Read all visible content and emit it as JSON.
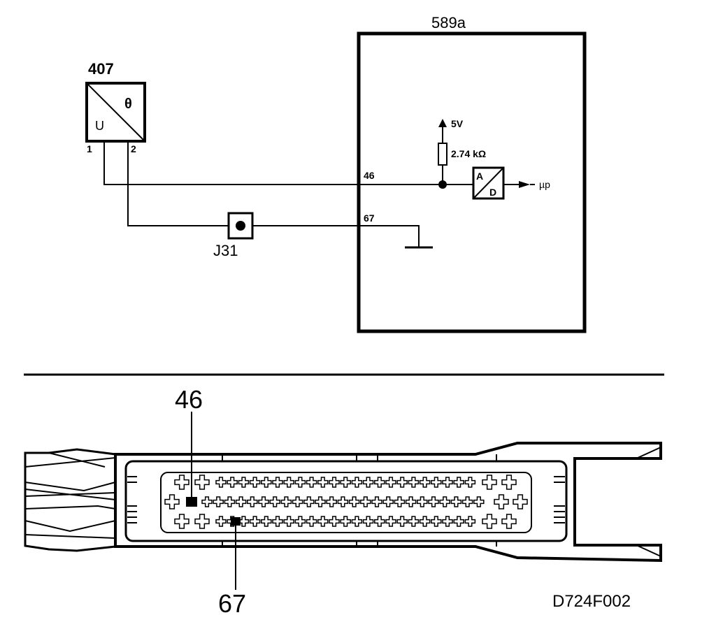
{
  "sensor": {
    "id": "407",
    "symbol_top": "θ",
    "symbol_bottom": "U",
    "pin1": "1",
    "pin2": "2"
  },
  "ecu": {
    "id": "589a",
    "pin46": "46",
    "pin67": "67",
    "supply": "5V",
    "resistor": "2.74 kΩ",
    "adc_a": "A",
    "adc_d": "D",
    "output": "µp"
  },
  "junction": {
    "id": "J31"
  },
  "connector": {
    "callout_top": "46",
    "callout_bottom": "67"
  },
  "figure_code": "D724F002",
  "colors": {
    "line": "#000000",
    "background": "#ffffff"
  }
}
